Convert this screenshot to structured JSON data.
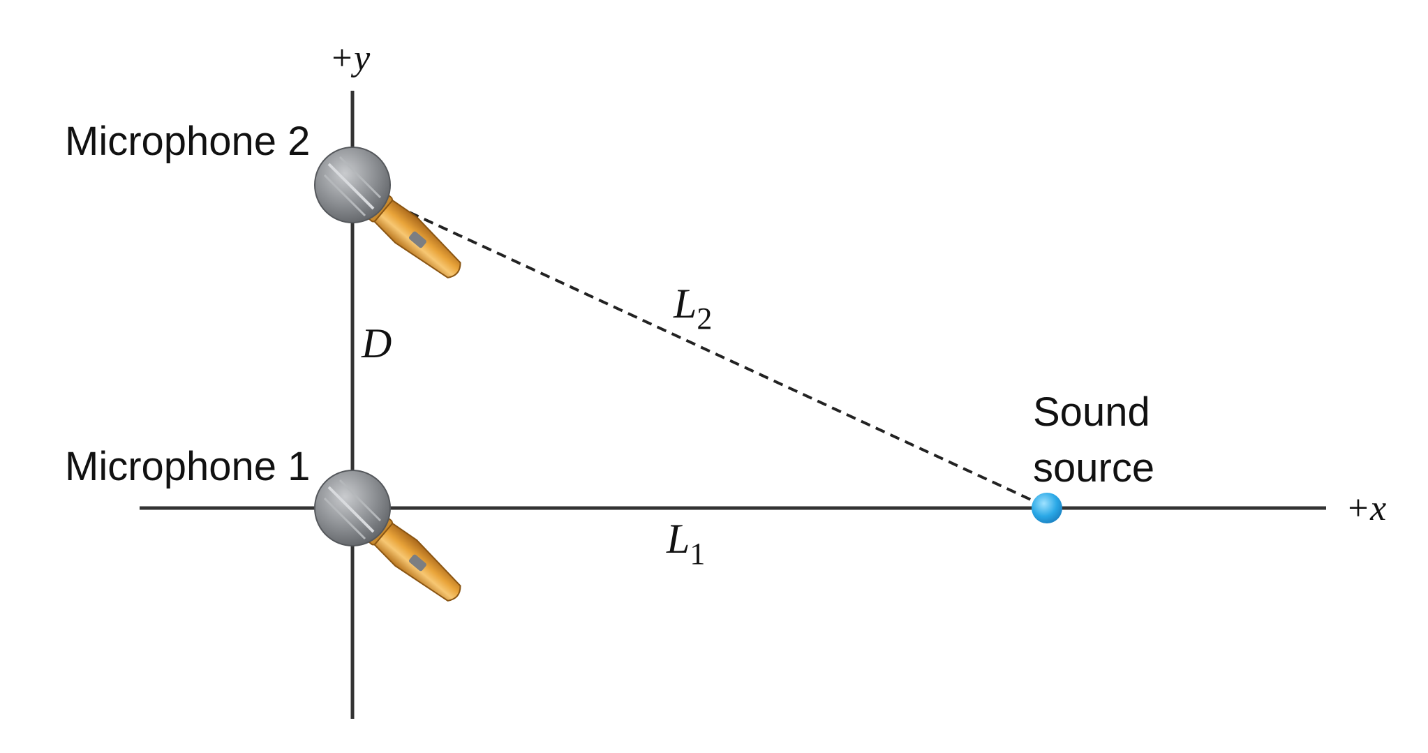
{
  "axes": {
    "x_label": "+x",
    "y_label": "+y"
  },
  "microphones": [
    {
      "label": "Microphone 1"
    },
    {
      "label": "Microphone 2"
    }
  ],
  "source": {
    "label_line1": "Sound",
    "label_line2": "source",
    "color": "#2aa8e6"
  },
  "distances": {
    "d_label": "D",
    "l1_letter": "L",
    "l1_sub": "1",
    "l2_letter": "L",
    "l2_sub": "2"
  },
  "colors": {
    "mic_body": "#e9a43a",
    "mic_head": "#8a8d91",
    "axis": "#333333"
  },
  "icons": {
    "microphone": "microphone-icon"
  }
}
